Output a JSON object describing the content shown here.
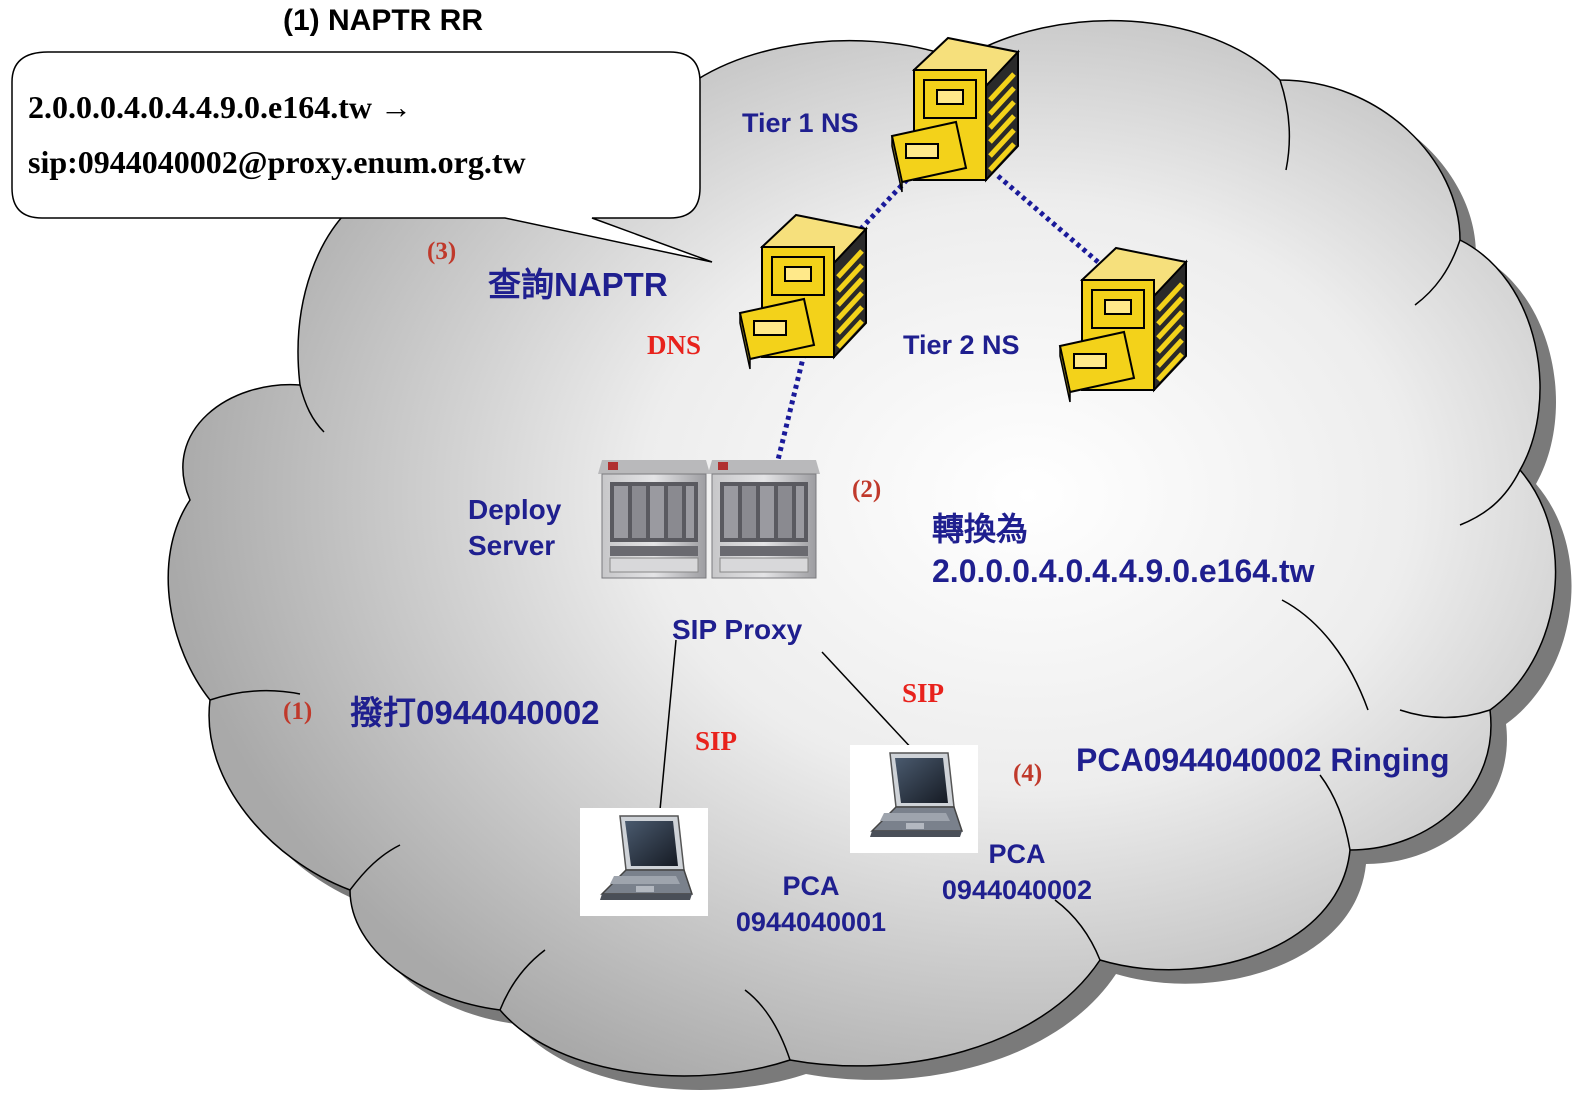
{
  "callout": {
    "title": "(1) NAPTR RR",
    "line1": "2.0.0.0.4.0.4.4.9.0.e164.tw →",
    "line2": "sip:0944040002@proxy.enum.org.tw"
  },
  "labels": {
    "tier1": "Tier 1 NS",
    "tier2": "Tier 2 NS",
    "dns": "DNS",
    "query": "查詢NAPTR",
    "deploy_line1": "Deploy",
    "deploy_line2": "Server",
    "sip_proxy": "SIP Proxy",
    "convert_line1": "轉換為",
    "convert_line2": "2.0.0.0.4.0.4.4.9.0.e164.tw",
    "dial": "撥打0944040002",
    "ringing": "PCA0944040002 Ringing",
    "sip_left": "SIP",
    "sip_right": "SIP",
    "pca1_line1": "PCA",
    "pca1_line2": "0944040001",
    "pca2_line1": "PCA",
    "pca2_line2": "0944040002"
  },
  "steps": {
    "s1": "(1)",
    "s2": "(2)",
    "s3": "(3)",
    "s4": "(4)"
  },
  "colors": {
    "navy_text": "#1f1f8f",
    "red_text": "#e8221c",
    "step_text": "#c0392b",
    "link_dotted": "#1a1a9a",
    "server_yellow": "#f3d21a"
  },
  "icons": [
    "cloud-shape",
    "file-cabinet-server-icon",
    "rack-server-icon",
    "laptop-icon"
  ]
}
